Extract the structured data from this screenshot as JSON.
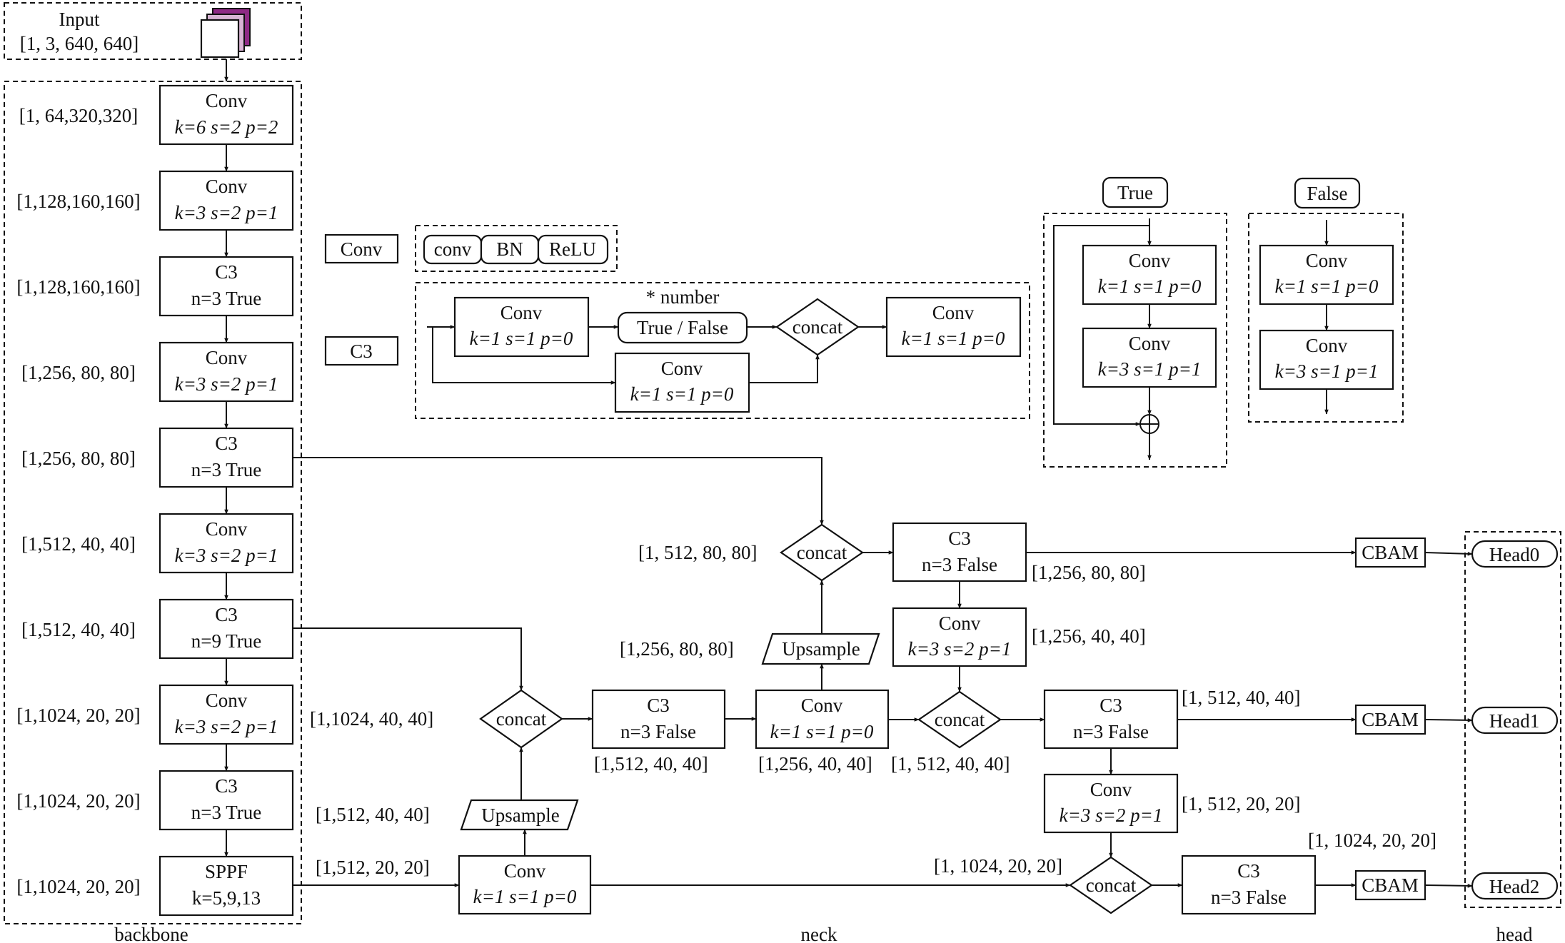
{
  "input": {
    "title": "Input",
    "shape": "[1, 3, 640, 640]"
  },
  "backbone": {
    "caption": "backbone",
    "blocks": [
      {
        "name": "Conv",
        "params": "k=6 s=2 p=2",
        "shape": "[1, 64,320,320]"
      },
      {
        "name": "Conv",
        "params": "k=3 s=2 p=1",
        "shape": "[1,128,160,160]"
      },
      {
        "name": "C3",
        "params": "n=3 True",
        "shape": "[1,128,160,160]"
      },
      {
        "name": "Conv",
        "params": "k=3 s=2 p=1",
        "shape": "[1,256, 80, 80]"
      },
      {
        "name": "C3",
        "params": "n=3 True",
        "shape": "[1,256, 80, 80]"
      },
      {
        "name": "Conv",
        "params": "k=3 s=2 p=1",
        "shape": "[1,512, 40, 40]"
      },
      {
        "name": "C3",
        "params": "n=9 True",
        "shape": "[1,512, 40, 40]"
      },
      {
        "name": "Conv",
        "params": "k=3 s=2 p=1",
        "shape": "[1,1024, 20, 20]"
      },
      {
        "name": "C3",
        "params": "n=3 True",
        "shape": "[1,1024, 20, 20]"
      },
      {
        "name": "SPPF",
        "params": "k=5,9,13",
        "shape": "[1,1024, 20, 20]"
      }
    ]
  },
  "legend": {
    "conv_label": "Conv",
    "conv_parts": [
      "conv",
      "BN",
      "ReLU"
    ],
    "c3_label": "C3",
    "c3_number": "* number",
    "c3_conv1": {
      "name": "Conv",
      "params": "k=1 s=1 p=0"
    },
    "c3_conv2": {
      "name": "Conv",
      "params": "k=1 s=1 p=0"
    },
    "c3_conv3": {
      "name": "Conv",
      "params": "k=1 s=1 p=0"
    },
    "c3_branch": "True / False",
    "c3_concat": "concat",
    "true_title": "True",
    "true_conv1": {
      "name": "Conv",
      "params": "k=1 s=1 p=0"
    },
    "true_conv2": {
      "name": "Conv",
      "params": "k=3 s=1 p=1"
    },
    "false_title": "False",
    "false_conv1": {
      "name": "Conv",
      "params": "k=1 s=1 p=0"
    },
    "false_conv2": {
      "name": "Conv",
      "params": "k=3 s=1 p=1"
    }
  },
  "neck": {
    "caption": "neck",
    "conv_a": {
      "name": "Conv",
      "params": "k=1 s=1 p=0"
    },
    "upsample_a": "Upsample",
    "concat_a": "concat",
    "c3_a": {
      "name": "C3",
      "params": "n=3 False"
    },
    "conv_b": {
      "name": "Conv",
      "params": "k=1 s=1 p=0"
    },
    "upsample_b": "Upsample",
    "concat_b": "concat",
    "c3_b": {
      "name": "C3",
      "params": "n=3 False"
    },
    "conv_c": {
      "name": "Conv",
      "params": "k=3 s=2 p=1"
    },
    "concat_c": "concat",
    "c3_c": {
      "name": "C3",
      "params": "n=3 False"
    },
    "conv_d": {
      "name": "Conv",
      "params": "k=3 s=2 p=1"
    },
    "concat_d": "concat",
    "c3_d": {
      "name": "C3",
      "params": "n=3 False"
    },
    "shapes": {
      "sppf_out": "[1,512, 20, 20]",
      "upsample_a_out": "[1,512, 40, 40]",
      "concat_a_in": "[1,1024, 40, 40]",
      "c3_a_out": "[1,512, 40, 40]",
      "conv_b_out": "[1,256, 40, 40]",
      "upsample_b_out": "[1,256, 80, 80]",
      "concat_b_out": "[1, 512, 80, 80]",
      "c3_b_out": "[1,256, 80, 80]",
      "conv_c_out": "[1,256, 40, 40]",
      "concat_c_out": "[1, 512, 40, 40]",
      "c3_c_out": "[1, 512, 40, 40]",
      "conv_d_out": "[1, 512, 20, 20]",
      "concat_d_in": "[1, 1024, 20, 20]",
      "c3_d_out": "[1, 1024, 20, 20]"
    }
  },
  "cbam": "CBAM",
  "head": {
    "caption": "head",
    "labels": [
      "Head0",
      "Head1",
      "Head2"
    ]
  }
}
